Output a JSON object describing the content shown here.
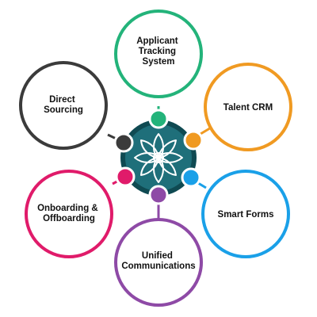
{
  "diagram": {
    "hub": {
      "fill": "#1f6f7a",
      "ring": "#0f4a52",
      "icon": "lotus-flower-icon",
      "icon_color": "#ffffff"
    },
    "nodes": [
      {
        "id": "applicant-tracking-system",
        "lines": [
          "Applicant",
          "Tracking",
          "System"
        ],
        "color": "#23b37a"
      },
      {
        "id": "talent-crm",
        "lines": [
          "Talent CRM"
        ],
        "color": "#f09a22"
      },
      {
        "id": "smart-forms",
        "lines": [
          "Smart Forms"
        ],
        "color": "#1aa0e8"
      },
      {
        "id": "unified-communications",
        "lines": [
          "Unified",
          "Communications"
        ],
        "color": "#8e4aa6"
      },
      {
        "id": "onboarding-offboarding",
        "lines": [
          "Onboarding &",
          "Offboarding"
        ],
        "color": "#e01b6a"
      },
      {
        "id": "direct-sourcing",
        "lines": [
          "Direct",
          "Sourcing"
        ],
        "color": "#3b3b3b"
      }
    ]
  }
}
